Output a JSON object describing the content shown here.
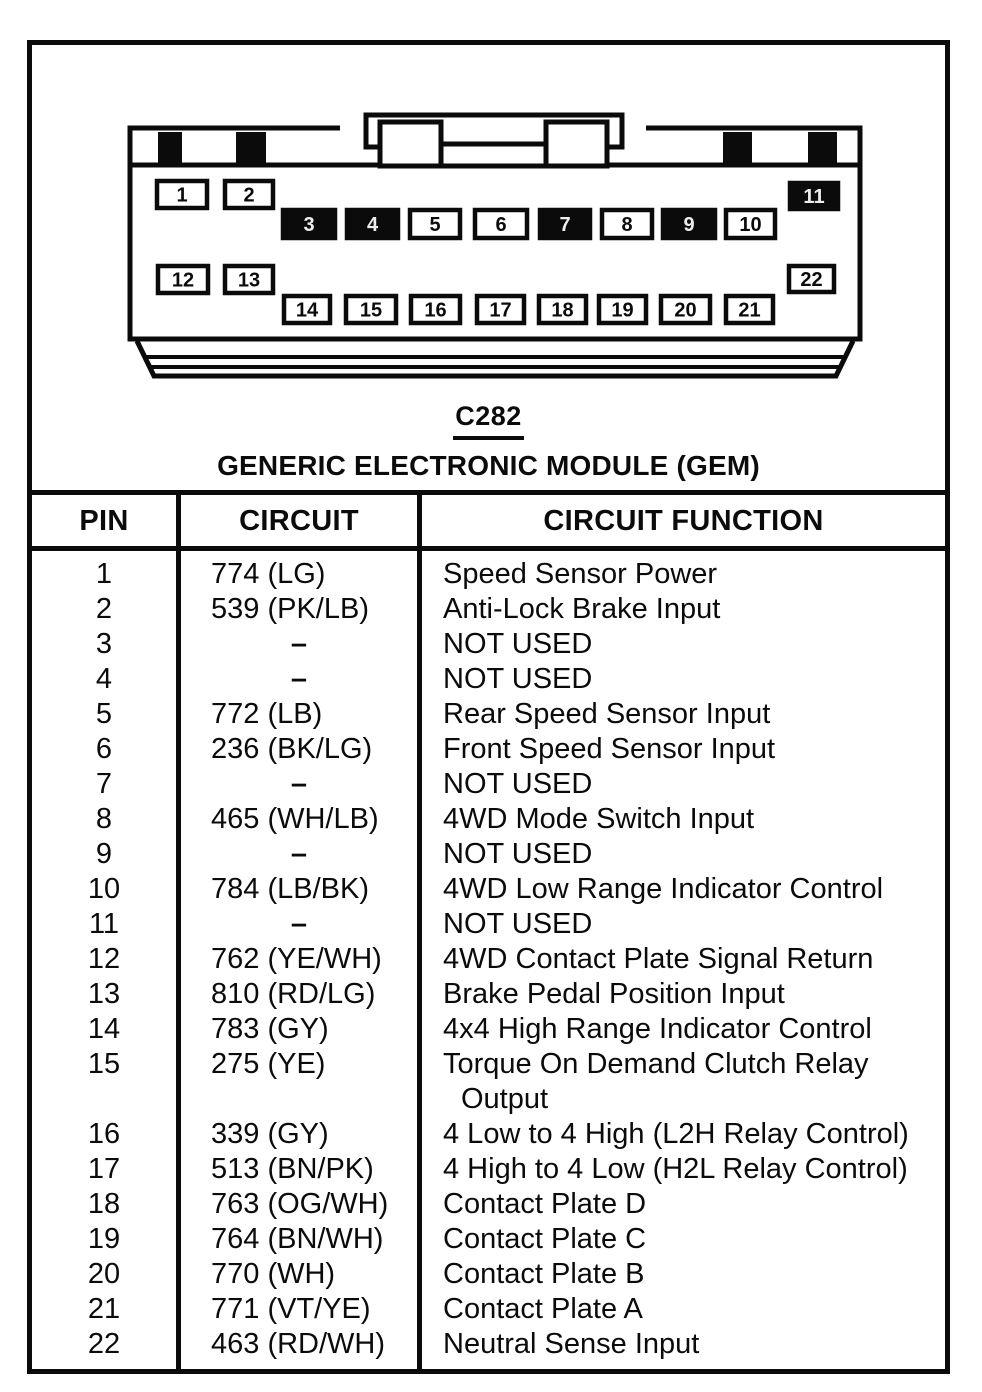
{
  "doc": {
    "connector_id": "C282",
    "connector_name": "GENERIC ELECTRONIC MODULE (GEM)"
  },
  "connector": {
    "pins": [
      {
        "label": "1",
        "filled": false
      },
      {
        "label": "2",
        "filled": false
      },
      {
        "label": "3",
        "filled": true
      },
      {
        "label": "4",
        "filled": true
      },
      {
        "label": "5",
        "filled": false
      },
      {
        "label": "6",
        "filled": false
      },
      {
        "label": "7",
        "filled": true
      },
      {
        "label": "8",
        "filled": false
      },
      {
        "label": "9",
        "filled": true
      },
      {
        "label": "10",
        "filled": false
      },
      {
        "label": "11",
        "filled": true
      },
      {
        "label": "12",
        "filled": false
      },
      {
        "label": "13",
        "filled": false
      },
      {
        "label": "14",
        "filled": false
      },
      {
        "label": "15",
        "filled": false
      },
      {
        "label": "16",
        "filled": false
      },
      {
        "label": "17",
        "filled": false
      },
      {
        "label": "18",
        "filled": false
      },
      {
        "label": "19",
        "filled": false
      },
      {
        "label": "20",
        "filled": false
      },
      {
        "label": "21",
        "filled": false
      },
      {
        "label": "22",
        "filled": false
      }
    ]
  },
  "table": {
    "headers": [
      "PIN",
      "CIRCUIT",
      "CIRCUIT FUNCTION"
    ],
    "rows": [
      {
        "pin": "1",
        "circuit": "774 (LG)",
        "function": "Speed Sensor Power"
      },
      {
        "pin": "2",
        "circuit": "539 (PK/LB)",
        "function": "Anti-Lock Brake Input"
      },
      {
        "pin": "3",
        "circuit": "–",
        "function": "NOT USED"
      },
      {
        "pin": "4",
        "circuit": "–",
        "function": "NOT USED"
      },
      {
        "pin": "5",
        "circuit": "772 (LB)",
        "function": "Rear Speed Sensor Input"
      },
      {
        "pin": "6",
        "circuit": "236 (BK/LG)",
        "function": "Front Speed Sensor Input"
      },
      {
        "pin": "7",
        "circuit": "–",
        "function": "NOT USED"
      },
      {
        "pin": "8",
        "circuit": "465 (WH/LB)",
        "function": "4WD Mode Switch Input"
      },
      {
        "pin": "9",
        "circuit": "–",
        "function": "NOT USED"
      },
      {
        "pin": "10",
        "circuit": "784 (LB/BK)",
        "function": "4WD Low Range Indicator Control"
      },
      {
        "pin": "11",
        "circuit": "–",
        "function": "NOT USED"
      },
      {
        "pin": "12",
        "circuit": "762 (YE/WH)",
        "function": "4WD Contact Plate Signal Return"
      },
      {
        "pin": "13",
        "circuit": "810 (RD/LG)",
        "function": "Brake Pedal Position Input"
      },
      {
        "pin": "14",
        "circuit": "783 (GY)",
        "function": "4x4 High Range Indicator Control"
      },
      {
        "pin": "15",
        "circuit": "275 (YE)",
        "function": "Torque On Demand Clutch Relay Output"
      },
      {
        "pin": "16",
        "circuit": "339 (GY)",
        "function": "4 Low to 4 High (L2H Relay Control)"
      },
      {
        "pin": "17",
        "circuit": "513 (BN/PK)",
        "function": "4 High to 4 Low (H2L Relay Control)"
      },
      {
        "pin": "18",
        "circuit": "763 (OG/WH)",
        "function": "Contact Plate D"
      },
      {
        "pin": "19",
        "circuit": "764 (BN/WH)",
        "function": "Contact Plate C"
      },
      {
        "pin": "20",
        "circuit": "770 (WH)",
        "function": "Contact Plate B"
      },
      {
        "pin": "21",
        "circuit": "771 (VT/YE)",
        "function": "Contact Plate A"
      },
      {
        "pin": "22",
        "circuit": "463 (RD/WH)",
        "function": "Neutral Sense Input"
      }
    ]
  },
  "colors": {
    "ink": "#0b0b0b",
    "paper": "#ffffff",
    "filled_pin_text": "#ededed"
  }
}
